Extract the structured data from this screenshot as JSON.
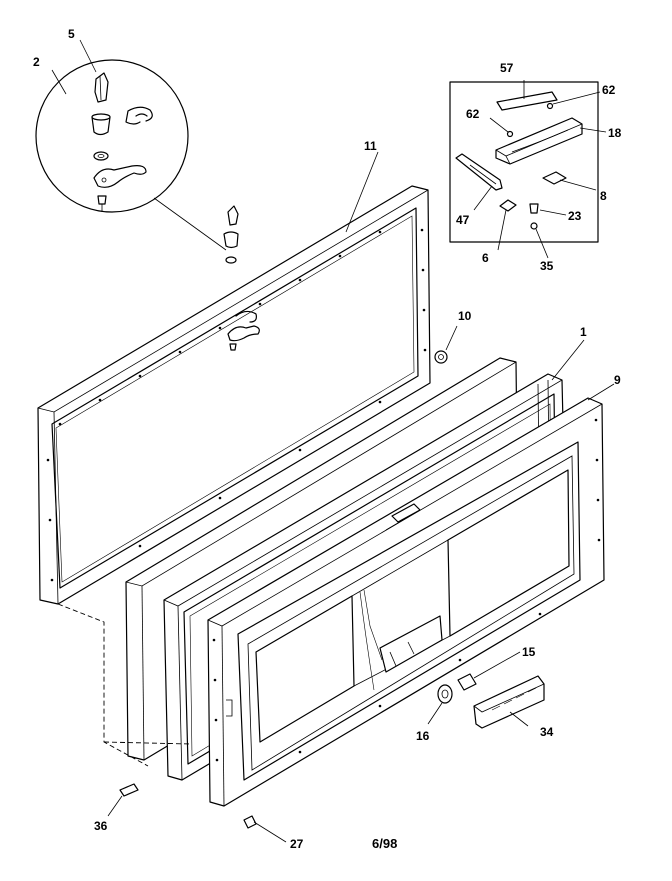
{
  "callouts": {
    "c2": "2",
    "c5": "5",
    "c11": "11",
    "c57": "57",
    "c62a": "62",
    "c62b": "62",
    "c18": "18",
    "c8": "8",
    "c47": "47",
    "c23": "23",
    "c6": "6",
    "c35": "35",
    "c10": "10",
    "c1": "1",
    "c9": "9",
    "c15": "15",
    "c16": "16",
    "c34": "34",
    "c36": "36",
    "c27": "27"
  },
  "revision_date": "6/98"
}
